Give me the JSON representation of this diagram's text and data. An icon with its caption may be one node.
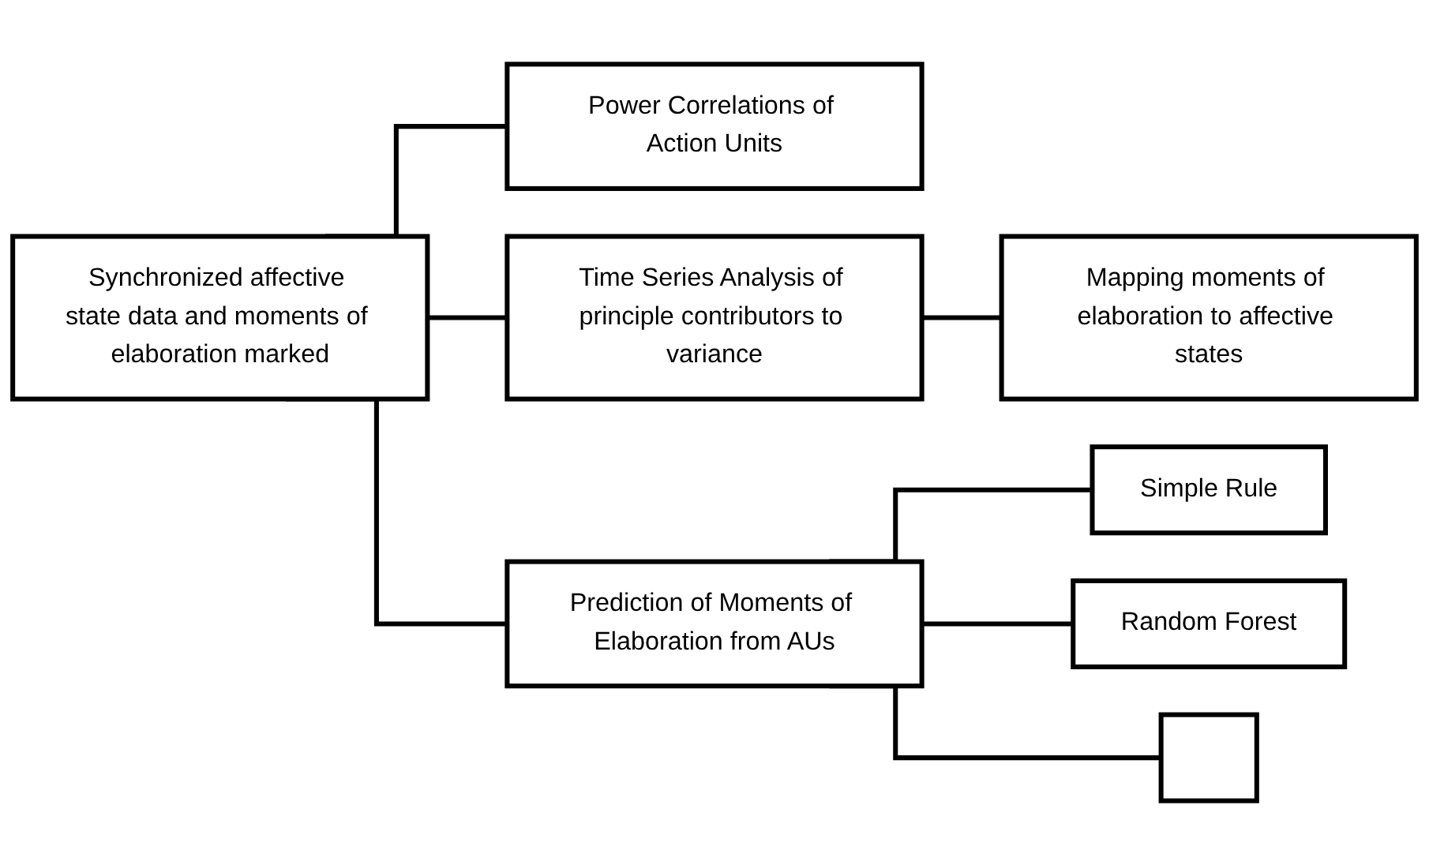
{
  "diagram": {
    "nodes": [
      {
        "text": [
          "Synchronized affective state data and moments of elaboration marked"
        ]
      },
      {
        "text": [
          "Power Correlations of Action Units"
        ]
      },
      {
        "text": [
          "Time Series Analysis of principle contributors to variance"
        ]
      },
      {
        "text": [
          "Mapping moments of elaboration to affective states"
        ]
      },
      {
        "text": [
          "Prediction of Moments of Elaboration from AUs"
        ]
      },
      {
        "text": [
          "Simple Rule"
        ]
      },
      {
        "text": [
          "Random Forest"
        ]
      },
      {
        "text": [],
        "shape": "box"
      }
    ],
    "edges": [
      {
        "from": 0,
        "to": 1,
        "arrow": "none"
      },
      {
        "from": 0,
        "to": 2,
        "arrow": "none"
      },
      {
        "from": 0,
        "to": 4,
        "arrow": "none"
      },
      {
        "from": 2,
        "to": 3,
        "arrow": "none"
      },
      {
        "from": 4,
        "to": 5,
        "arrow": "none"
      },
      {
        "from": 4,
        "to": 6,
        "arrow": "none"
      },
      {
        "from": 4,
        "to": 7,
        "arrow": "none"
      }
    ]
  }
}
